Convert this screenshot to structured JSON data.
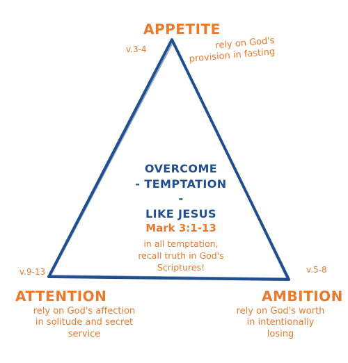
{
  "colors": {
    "accent_orange": "#e97a2d",
    "triangle_blue": "#1f4f8f"
  },
  "top": {
    "title": "APPETITE",
    "verse": "v.3-4",
    "note_lines": [
      "rely on God's",
      "provision in fasting"
    ]
  },
  "left": {
    "title": "ATTENTION",
    "verse": "v.9-13",
    "note_lines": [
      "rely on God's affection",
      "in solitude and secret",
      "service"
    ]
  },
  "right": {
    "title": "AMBITION",
    "verse": "v.5-8",
    "note_lines": [
      "rely on God's worth",
      "in intentionally",
      "losing"
    ]
  },
  "center": {
    "lines": [
      "OVERCOME",
      "- TEMPTATION -",
      "LIKE JESUS"
    ],
    "reference": "Mark 3:1-13",
    "note_lines": [
      "in all temptation,",
      "recall truth in God's",
      "Scriptures!"
    ]
  }
}
